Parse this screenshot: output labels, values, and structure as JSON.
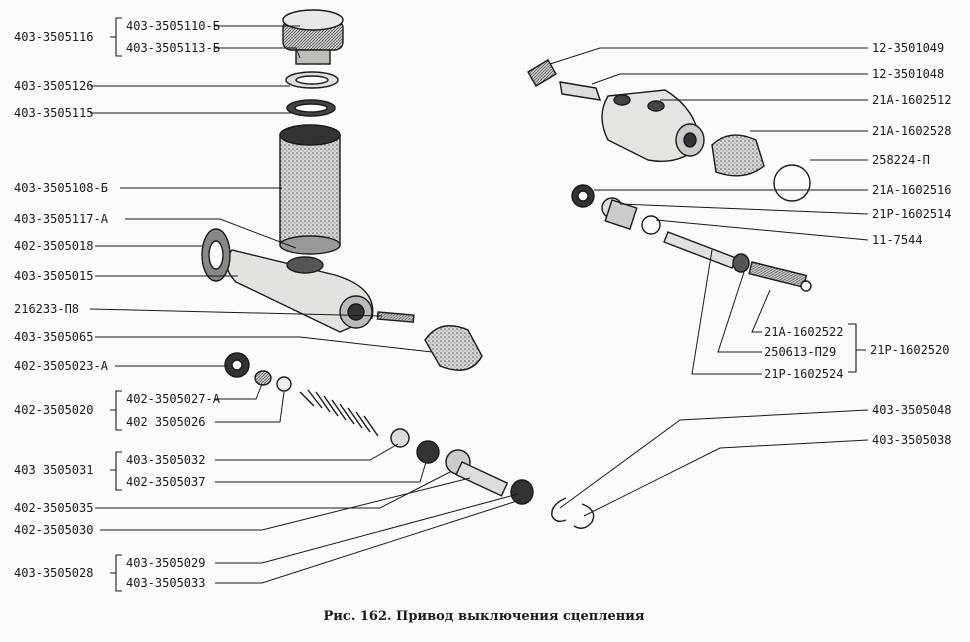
{
  "caption": "Рис. 162. Привод выключения сцепления",
  "labels": {
    "l1": "403-3505116",
    "l2": "403-3505110-Б",
    "l3": "403-3505113-Б",
    "l4": "403-3505126",
    "l5": "403-3505115",
    "l6": "403-3505108-Б",
    "l7": "403-3505117-А",
    "l8": "402-3505018",
    "l9": "403-3505015",
    "l10": "216233-П8",
    "l11": "403-3505065",
    "l12": "402-3505023-А",
    "l13": "402-3505020",
    "l14": "402-3505027-А",
    "l15": "402 3505026",
    "l16": "403 3505031",
    "l17": "403-3505032",
    "l18": "402-3505037",
    "l19": "402-3505035",
    "l20": "402-3505030",
    "l21": "403-3505028",
    "l22": "403-3505029",
    "l23": "403-3505033",
    "r1": "12-3501049",
    "r2": "12-3501048",
    "r3": "21А-1602512",
    "r4": "21А-1602528",
    "r5": "258224-П",
    "r6": "21А-1602516",
    "r7": "21Р-1602514",
    "r8": "11-7544",
    "r9": "21А-1602522",
    "r10": "250613-П29",
    "r11": "21Р-1602520",
    "r12": "21Р-1602524",
    "r13": "403-3505048",
    "r14": "403-3505038"
  }
}
